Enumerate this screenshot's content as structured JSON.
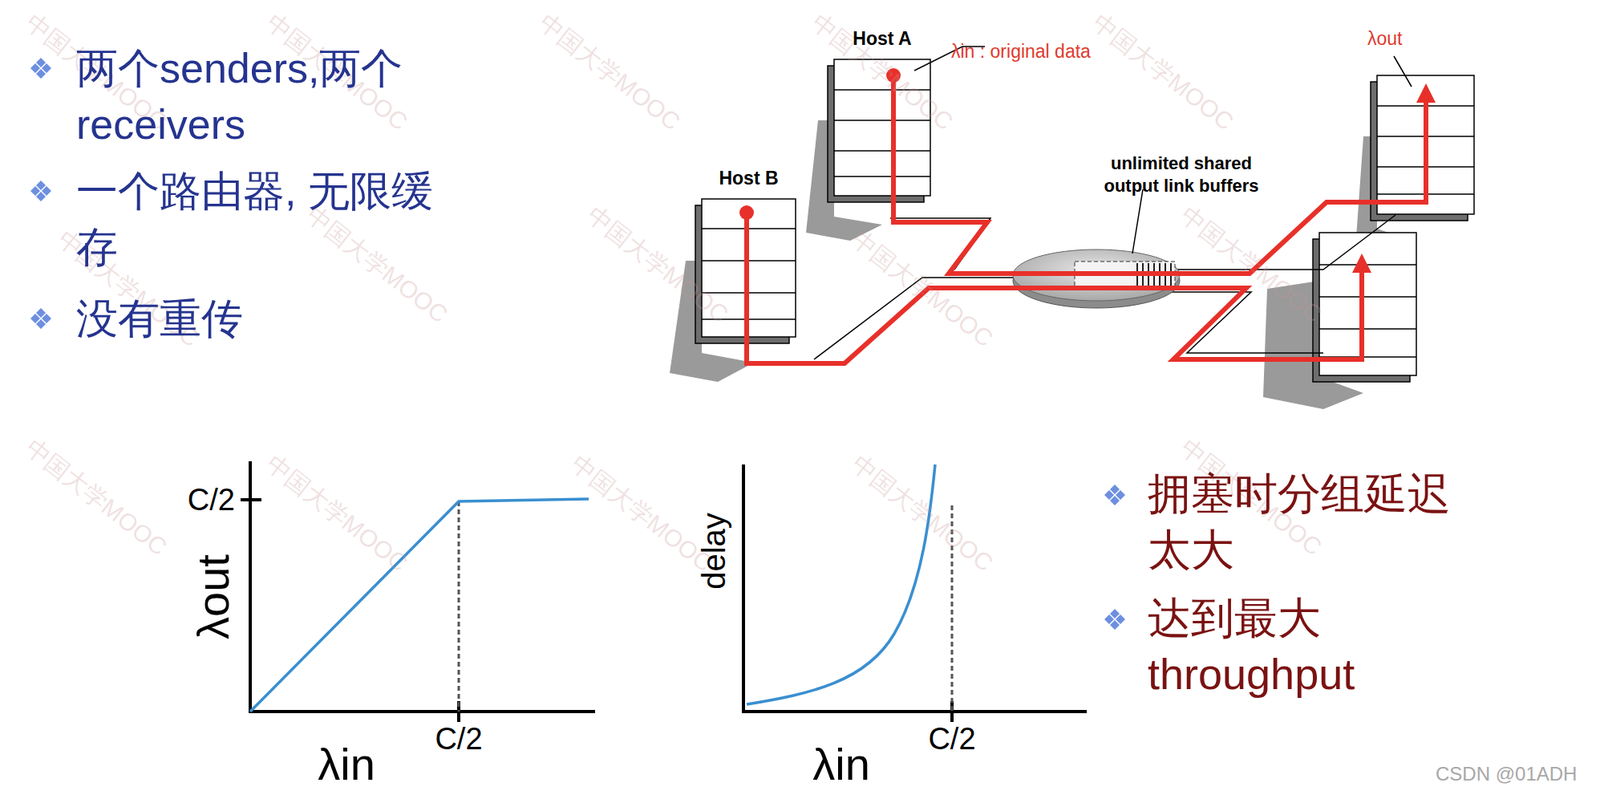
{
  "diagram": {
    "nodes": [
      {
        "text": [
          "Host A"
        ]
      },
      {
        "text": [
          "Host B"
        ]
      }
    ],
    "labels": [
      "两个senders,两个 receivers",
      "一个路由器, 无限缓 存",
      "没有重传",
      "λin : original data",
      "λout",
      "unlimited shared output link buffers",
      "C/2",
      "λout",
      "C/2",
      "λin",
      "delay",
      "C/2",
      "λin",
      "拥塞时分组延迟 太大",
      "达到最大 throughput",
      "中国大学MOOC",
      "中国大学MOOC",
      "中国大学MOOC",
      "中国大学MOOC",
      "中国大学MOOC",
      "中国大学MOOC",
      "中国大学MOOC",
      "中国大学MOOC",
      "中国大学MOOC",
      "中国大学MOOC",
      "中国大学MOOC",
      "中国大学MOOC",
      "中国大学MOOC",
      "中国大学MOOC",
      "中国大学MOOC",
      "CSDN @01ADH"
    ]
  }
}
